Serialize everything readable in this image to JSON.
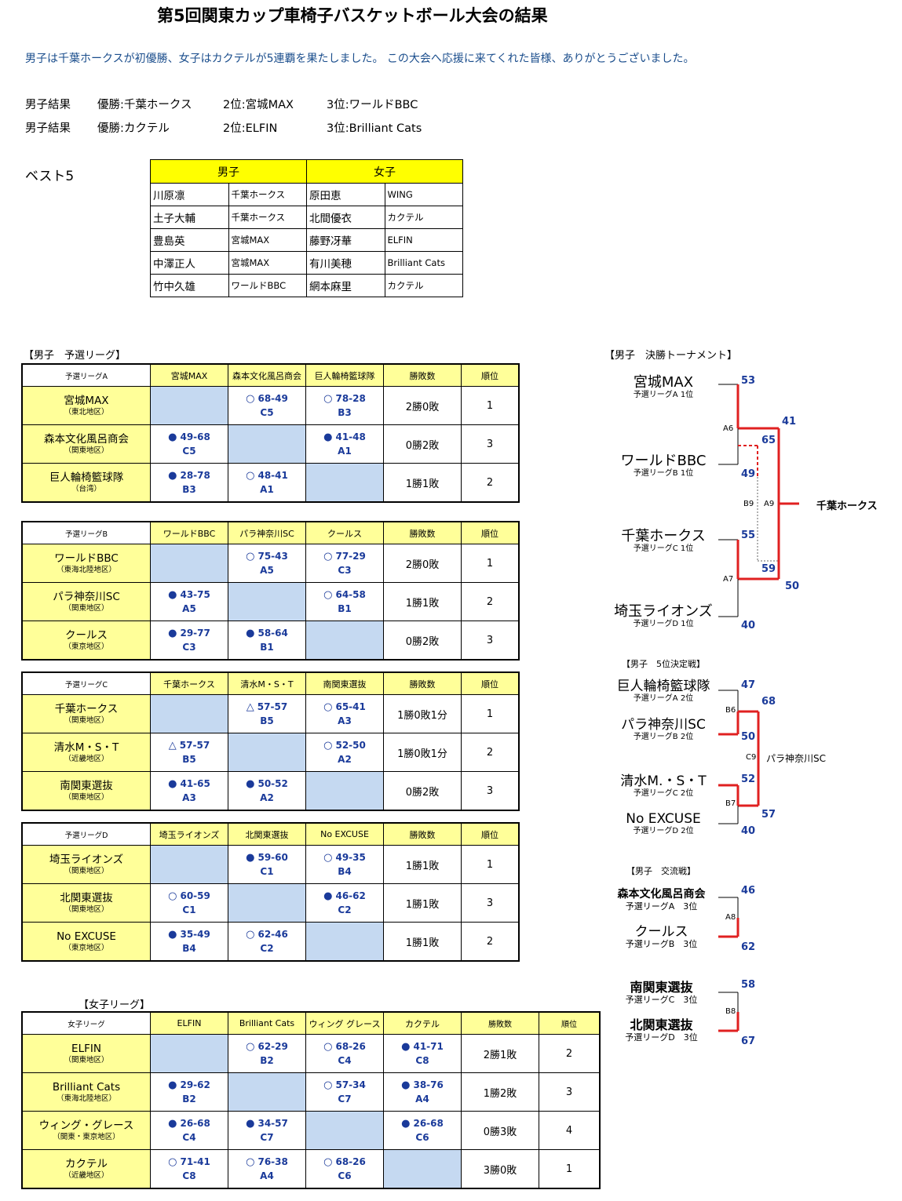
{
  "title": "第5回関東カップ車椅子バスケットボール大会の結果",
  "intro": "男子は千葉ホークスが初優勝、女子はカクテルが5連覇を果たしました。 この大会へ応援に来てくれた皆様、ありがとうございました。",
  "results": [
    {
      "label": "男子結果",
      "first": "優勝:千葉ホークス",
      "second": "2位:宮城MAX",
      "third": "3位:ワールドBBC"
    },
    {
      "label": "男子結果",
      "first": "優勝:カクテル",
      "second": "2位:ELFIN",
      "third": "3位:Brilliant Cats"
    }
  ],
  "best5": {
    "label": "ベスト5",
    "men_header": "男子",
    "women_header": "女子",
    "rows": [
      {
        "m_name": "川原凛",
        "m_team": "千葉ホークス",
        "w_name": "原田恵",
        "w_team": "WING"
      },
      {
        "m_name": "土子大輔",
        "m_team": "千葉ホークス",
        "w_name": "北間優衣",
        "w_team": "カクテル"
      },
      {
        "m_name": "豊島英",
        "m_team": "宮城MAX",
        "w_name": "藤野冴華",
        "w_team": "ELFIN"
      },
      {
        "m_name": "中澤正人",
        "m_team": "宮城MAX",
        "w_name": "有川美穂",
        "w_team": "Brilliant Cats"
      },
      {
        "m_name": "竹中久雄",
        "m_team": "ワールドBBC",
        "w_name": "網本麻里",
        "w_team": "カクテル"
      }
    ]
  },
  "men_league_title": "【男子　予選リーグ】",
  "women_league_title": "【女子リーグ】",
  "leagues": [
    {
      "corner": "予選リーグA",
      "cols": [
        "宮城MAX",
        "森本文化風呂商会",
        "巨人輪椅籃球隊"
      ],
      "wl_header": "勝敗数",
      "rank_header": "順位",
      "rows": [
        {
          "name": "宮城MAX",
          "region": "（東北地区）",
          "cells": [
            null,
            {
              "mark": "○",
              "score": "68-49",
              "code": "C5"
            },
            {
              "mark": "○",
              "score": "78-28",
              "code": "B3"
            }
          ],
          "wl": "2勝0敗",
          "rank": "1"
        },
        {
          "name": "森本文化風呂商会",
          "region": "（関東地区）",
          "cells": [
            {
              "mark": "●",
              "score": "49-68",
              "code": "C5"
            },
            null,
            {
              "mark": "●",
              "score": "41-48",
              "code": "A1"
            }
          ],
          "wl": "0勝2敗",
          "rank": "3"
        },
        {
          "name": "巨人輪椅籃球隊",
          "region": "（台湾）",
          "cells": [
            {
              "mark": "●",
              "score": "28-78",
              "code": "B3"
            },
            {
              "mark": "○",
              "score": "48-41",
              "code": "A1"
            },
            null
          ],
          "wl": "1勝1敗",
          "rank": "2"
        }
      ]
    },
    {
      "corner": "予選リーグB",
      "cols": [
        "ワールドBBC",
        "パラ神奈川SC",
        "クールス"
      ],
      "wl_header": "勝敗数",
      "rank_header": "順位",
      "rows": [
        {
          "name": "ワールドBBC",
          "region": "（東海北陸地区）",
          "cells": [
            null,
            {
              "mark": "○",
              "score": "75-43",
              "code": "A5"
            },
            {
              "mark": "○",
              "score": "77-29",
              "code": "C3"
            }
          ],
          "wl": "2勝0敗",
          "rank": "1"
        },
        {
          "name": "パラ神奈川SC",
          "region": "（関東地区）",
          "cells": [
            {
              "mark": "●",
              "score": "43-75",
              "code": "A5"
            },
            null,
            {
              "mark": "○",
              "score": "64-58",
              "code": "B1"
            }
          ],
          "wl": "1勝1敗",
          "rank": "2"
        },
        {
          "name": "クールス",
          "region": "（東京地区）",
          "cells": [
            {
              "mark": "●",
              "score": "29-77",
              "code": "C3"
            },
            {
              "mark": "●",
              "score": "58-64",
              "code": "B1"
            },
            null
          ],
          "wl": "0勝2敗",
          "rank": "3"
        }
      ]
    },
    {
      "corner": "予選リーグC",
      "cols": [
        "千葉ホークス",
        "清水M・S・T",
        "南関東選抜"
      ],
      "wl_header": "勝敗数",
      "rank_header": "順位",
      "rows": [
        {
          "name": "千葉ホークス",
          "region": "（関東地区）",
          "cells": [
            null,
            {
              "mark": "△",
              "score": "57-57",
              "code": "B5"
            },
            {
              "mark": "○",
              "score": "65-41",
              "code": "A3"
            }
          ],
          "wl": "1勝0敗1分",
          "rank": "1"
        },
        {
          "name": "清水M・S・T",
          "region": "（近畿地区）",
          "cells": [
            {
              "mark": "△",
              "score": "57-57",
              "code": "B5"
            },
            null,
            {
              "mark": "○",
              "score": "52-50",
              "code": "A2"
            }
          ],
          "wl": "1勝0敗1分",
          "rank": "2"
        },
        {
          "name": "南関東選抜",
          "region": "（関東地区）",
          "cells": [
            {
              "mark": "●",
              "score": "41-65",
              "code": "A3"
            },
            {
              "mark": "●",
              "score": "50-52",
              "code": "A2"
            },
            null
          ],
          "wl": "0勝2敗",
          "rank": "3"
        }
      ]
    },
    {
      "corner": "予選リーグD",
      "cols": [
        "埼玉ライオンズ",
        "北関東選抜",
        "No EXCUSE"
      ],
      "wl_header": "勝敗数",
      "rank_header": "順位",
      "rows": [
        {
          "name": "埼玉ライオンズ",
          "region": "（関東地区）",
          "cells": [
            null,
            {
              "mark": "●",
              "score": "59-60",
              "code": "C1"
            },
            {
              "mark": "○",
              "score": "49-35",
              "code": "B4"
            }
          ],
          "wl": "1勝1敗",
          "rank": "1"
        },
        {
          "name": "北関東選抜",
          "region": "（関東地区）",
          "cells": [
            {
              "mark": "○",
              "score": "60-59",
              "code": "C1"
            },
            null,
            {
              "mark": "●",
              "score": "46-62",
              "code": "C2"
            }
          ],
          "wl": "1勝1敗",
          "rank": "3"
        },
        {
          "name": "No EXCUSE",
          "region": "（東京地区）",
          "cells": [
            {
              "mark": "●",
              "score": "35-49",
              "code": "B4"
            },
            {
              "mark": "○",
              "score": "62-46",
              "code": "C2"
            },
            null
          ],
          "wl": "1勝1敗",
          "rank": "2"
        }
      ]
    },
    {
      "corner": "女子リーグ",
      "cols": [
        "ELFIN",
        "Brilliant Cats",
        "ウィング グレース",
        "カクテル"
      ],
      "wl_header": "勝敗数",
      "rank_header": "順位",
      "rows": [
        {
          "name": "ELFIN",
          "region": "（関東地区）",
          "cells": [
            null,
            {
              "mark": "○",
              "score": "62-29",
              "code": "B2"
            },
            {
              "mark": "○",
              "score": "68-26",
              "code": "C4"
            },
            {
              "mark": "●",
              "score": "41-71",
              "code": "C8"
            }
          ],
          "wl": "2勝1敗",
          "rank": "2"
        },
        {
          "name": "Brilliant Cats",
          "region": "（東海北陸地区）",
          "cells": [
            {
              "mark": "●",
              "score": "29-62",
              "code": "B2"
            },
            null,
            {
              "mark": "○",
              "score": "57-34",
              "code": "C7"
            },
            {
              "mark": "●",
              "score": "38-76",
              "code": "A4"
            }
          ],
          "wl": "1勝2敗",
          "rank": "3"
        },
        {
          "name": "ウィング・グレース",
          "region": "（関東・東京地区）",
          "cells": [
            {
              "mark": "●",
              "score": "26-68",
              "code": "C4"
            },
            {
              "mark": "●",
              "score": "34-57",
              "code": "C7"
            },
            null,
            {
              "mark": "●",
              "score": "26-68",
              "code": "C6"
            }
          ],
          "wl": "0勝3敗",
          "rank": "4"
        },
        {
          "name": "カクテル",
          "region": "（近畿地区）",
          "cells": [
            {
              "mark": "○",
              "score": "71-41",
              "code": "C8"
            },
            {
              "mark": "○",
              "score": "76-38",
              "code": "A4"
            },
            {
              "mark": "○",
              "score": "68-26",
              "code": "C6"
            },
            null
          ],
          "wl": "3勝0敗",
          "rank": "1"
        }
      ]
    }
  ],
  "bracket": {
    "title": "【男子　決勝トーナメント】",
    "teams": [
      {
        "name": "宮城MAX",
        "sub": "予選リーグA 1位",
        "score": "53"
      },
      {
        "name": "ワールドBBC",
        "sub": "予選リーグB 1位",
        "score": "49"
      },
      {
        "name": "千葉ホークス",
        "sub": "予選リーグC 1位",
        "score": "55"
      },
      {
        "name": "埼玉ライオンズ",
        "sub": "予選リーグD 1位",
        "score": "40"
      }
    ],
    "semi_scores": {
      "a6_win": "65",
      "a7_win": "59",
      "final_top": "41",
      "final_bottom": "50"
    },
    "codes": {
      "a6": "A6",
      "a7": "A7",
      "b9": "B9",
      "a9": "A9"
    },
    "champion": "千葉ホークス"
  },
  "fifth": {
    "title": "【男子　5位決定戦】",
    "teams": [
      {
        "name": "巨人輪椅籃球隊",
        "sub": "予選リーグA 2位",
        "score": "47"
      },
      {
        "name": "パラ神奈川SC",
        "sub": "予選リーグB 2位",
        "score": "50"
      },
      {
        "name": "清水M.・S・T",
        "sub": "予選リーグC 2位",
        "score": "52"
      },
      {
        "name": "No EXCUSE",
        "sub": "予選リーグD 2位",
        "score": "40"
      }
    ],
    "scores": {
      "b6_win": "68",
      "b7_win": "57"
    },
    "codes": {
      "b6": "B6",
      "b7": "B7",
      "c9": "C9"
    },
    "winner": "パラ神奈川SC"
  },
  "exchange": {
    "title": "【男子　交流戦】",
    "match1": {
      "code": "A8",
      "teams": [
        {
          "name": "森本文化風呂商会",
          "sub": "予選リーグA　3位",
          "score": "46"
        },
        {
          "name": "クールス",
          "sub": "予選リーグB　3位",
          "score": "62"
        }
      ]
    },
    "match2": {
      "code": "B8",
      "teams": [
        {
          "name": "南関東選抜",
          "sub": "予選リーグC　3位",
          "score": "58"
        },
        {
          "name": "北関東選抜",
          "sub": "予選リーグD　3位",
          "score": "67"
        }
      ]
    }
  },
  "colors": {
    "header_yellow": "#ffff00",
    "cell_yellow": "#ffff99",
    "self_blue": "#c5d9f1",
    "score_blue": "#1a3a9a",
    "win_red": "#e02020",
    "intro_blue": "#1a4d8c"
  }
}
